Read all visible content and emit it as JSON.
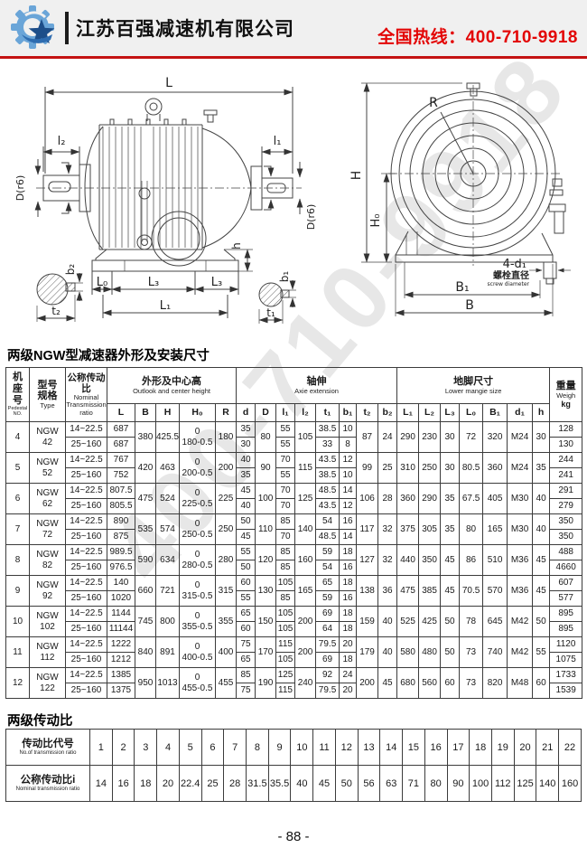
{
  "header": {
    "company_name": "江苏百强减速机有限公司",
    "hotline": "全国热线：400-710-9918",
    "logo_gear_color": "#6aa5d8",
    "logo_star_color": "#1d4e89"
  },
  "watermark": "400-710-9918",
  "drawings": {
    "side_view": {
      "L": "L",
      "l2": "l₂",
      "l1": "l₁",
      "D_left": "D(r6)",
      "D_right": "D(r6)",
      "L0": "L₀",
      "L3_mid": "L₃",
      "L3_right": "L₃",
      "L1_bottom": "L₁",
      "h": "h",
      "b2": "b₂",
      "t2": "t₂",
      "b1": "b₁",
      "t1": "t₁"
    },
    "end_view": {
      "R": "R",
      "H": "H",
      "H0": "H₀",
      "bolt_count": "4-d₁",
      "bolt_cn": "螺栓直径",
      "bolt_en": "screw diameter",
      "B1": "B₁",
      "B": "B"
    }
  },
  "spec_table": {
    "title": "两级NGW型减速器外形及安装尺寸",
    "header": {
      "seat_cn": "机座号",
      "seat_en": "Pedestal NO.",
      "type_cn": "型号规格",
      "type_en": "Type",
      "ratio_cn": "公称传动比",
      "ratio_en": "Nominal Transmission ratio",
      "outline_cn": "外形及中心高",
      "outline_en": "Outlook and center height",
      "axle_cn": "轴伸",
      "axle_en": "Axie extension",
      "foot_cn": "地脚尺寸",
      "foot_en": "Lower mangie size",
      "weight_cn": "重量",
      "weight_en": "Weigh",
      "weight_unit": "kg",
      "outline_cols": [
        "L",
        "B",
        "H",
        "H₀",
        "R"
      ],
      "axle_cols": [
        "d",
        "D",
        "l₁",
        "l₂",
        "t₁",
        "b₁",
        "t₂",
        "b₂"
      ],
      "foot_cols": [
        "L₁",
        "L₂",
        "L₃",
        "L₀",
        "B₁",
        "d₁",
        "h"
      ]
    },
    "rows": [
      {
        "no": "4",
        "model": [
          "NGW",
          "42"
        ],
        "ratios": [
          "14~22.5",
          "25~160"
        ],
        "L": [
          "687",
          "687"
        ],
        "B": "380",
        "H": "425.5",
        "H0": [
          "0",
          "180-0.5"
        ],
        "R": "180",
        "d": [
          "35",
          "30"
        ],
        "D": "80",
        "l1": [
          "55",
          "55"
        ],
        "l2": "105",
        "t1": [
          "38.5",
          "33"
        ],
        "b1": [
          "10",
          "8"
        ],
        "t2": "87",
        "b2": "24",
        "foot": [
          "290",
          "230",
          "30",
          "72",
          "320",
          "M24",
          "30"
        ],
        "w": [
          "128",
          "130"
        ]
      },
      {
        "no": "5",
        "model": [
          "NGW",
          "52"
        ],
        "ratios": [
          "14~22.5",
          "25~160"
        ],
        "L": [
          "767",
          "752"
        ],
        "B": "420",
        "H": "463",
        "H0": [
          "0",
          "200-0.5"
        ],
        "R": "200",
        "d": [
          "40",
          "35"
        ],
        "D": "90",
        "l1": [
          "70",
          "55"
        ],
        "l2": "115",
        "t1": [
          "43.5",
          "38.5"
        ],
        "b1": [
          "12",
          "10"
        ],
        "t2": "99",
        "b2": "25",
        "foot": [
          "310",
          "250",
          "30",
          "80.5",
          "360",
          "M24",
          "35"
        ],
        "w": [
          "244",
          "241"
        ]
      },
      {
        "no": "6",
        "model": [
          "NGW",
          "62"
        ],
        "ratios": [
          "14~22.5",
          "25~160"
        ],
        "L": [
          "807.5",
          "805.5"
        ],
        "B": "475",
        "H": "524",
        "H0": [
          "0",
          "225-0.5"
        ],
        "R": "225",
        "d": [
          "45",
          "40"
        ],
        "D": "100",
        "l1": [
          "70",
          "70"
        ],
        "l2": "125",
        "t1": [
          "48.5",
          "43.5"
        ],
        "b1": [
          "14",
          "12"
        ],
        "t2": "106",
        "b2": "28",
        "foot": [
          "360",
          "290",
          "35",
          "67.5",
          "405",
          "M30",
          "40"
        ],
        "w": [
          "291",
          "279"
        ]
      },
      {
        "no": "7",
        "model": [
          "NGW",
          "72"
        ],
        "ratios": [
          "14~22.5",
          "25~160"
        ],
        "L": [
          "890",
          "875"
        ],
        "B": "535",
        "H": "574",
        "H0": [
          "0",
          "250-0.5"
        ],
        "R": "250",
        "d": [
          "50",
          "45"
        ],
        "D": "110",
        "l1": [
          "85",
          "70"
        ],
        "l2": "140",
        "t1": [
          "54",
          "48.5"
        ],
        "b1": [
          "16",
          "14"
        ],
        "t2": "117",
        "b2": "32",
        "foot": [
          "375",
          "305",
          "35",
          "80",
          "165",
          "M30",
          "40"
        ],
        "w": [
          "350",
          "350"
        ]
      },
      {
        "no": "8",
        "model": [
          "NGW",
          "82"
        ],
        "ratios": [
          "14~22.5",
          "25~160"
        ],
        "L": [
          "989.5",
          "976.5"
        ],
        "B": "590",
        "H": "634",
        "H0": [
          "0",
          "280-0.5"
        ],
        "R": "280",
        "d": [
          "55",
          "50"
        ],
        "D": "120",
        "l1": [
          "85",
          "85"
        ],
        "l2": "160",
        "t1": [
          "59",
          "54"
        ],
        "b1": [
          "18",
          "16"
        ],
        "t2": "127",
        "b2": "32",
        "foot": [
          "440",
          "350",
          "45",
          "86",
          "510",
          "M36",
          "45"
        ],
        "w": [
          "488",
          "4660"
        ]
      },
      {
        "no": "9",
        "model": [
          "NGW",
          "92"
        ],
        "ratios": [
          "14~22.5",
          "25~160"
        ],
        "L": [
          "140",
          "1020"
        ],
        "B": "660",
        "H": "721",
        "H0": [
          "0",
          "315-0.5"
        ],
        "R": "315",
        "d": [
          "60",
          "55"
        ],
        "D": "130",
        "l1": [
          "105",
          "85"
        ],
        "l2": "165",
        "t1": [
          "65",
          "59"
        ],
        "b1": [
          "18",
          "16"
        ],
        "t2": "138",
        "b2": "36",
        "foot": [
          "475",
          "385",
          "45",
          "70.5",
          "570",
          "M36",
          "45"
        ],
        "w": [
          "607",
          "577"
        ]
      },
      {
        "no": "10",
        "model": [
          "NGW",
          "102"
        ],
        "ratios": [
          "14~22.5",
          "25~160"
        ],
        "L": [
          "1144",
          "11144"
        ],
        "B": "745",
        "H": "800",
        "H0": [
          "0",
          "355-0.5"
        ],
        "R": "355",
        "d": [
          "65",
          "60"
        ],
        "D": "150",
        "l1": [
          "105",
          "105"
        ],
        "l2": "200",
        "t1": [
          "69",
          "64"
        ],
        "b1": [
          "18",
          "18"
        ],
        "t2": "159",
        "b2": "40",
        "foot": [
          "525",
          "425",
          "50",
          "78",
          "645",
          "M42",
          "50"
        ],
        "w": [
          "895",
          "895"
        ]
      },
      {
        "no": "11",
        "model": [
          "NGW",
          "112"
        ],
        "ratios": [
          "14~22.5",
          "25~160"
        ],
        "L": [
          "1222",
          "1212"
        ],
        "B": "840",
        "H": "891",
        "H0": [
          "0",
          "400-0.5"
        ],
        "R": "400",
        "d": [
          "75",
          "65"
        ],
        "D": "170",
        "l1": [
          "115",
          "105"
        ],
        "l2": "200",
        "t1": [
          "79.5",
          "69"
        ],
        "b1": [
          "20",
          "18"
        ],
        "t2": "179",
        "b2": "40",
        "foot": [
          "580",
          "480",
          "50",
          "73",
          "740",
          "M42",
          "55"
        ],
        "w": [
          "1120",
          "1075"
        ]
      },
      {
        "no": "12",
        "model": [
          "NGW",
          "122"
        ],
        "ratios": [
          "14~22.5",
          "25~160"
        ],
        "L": [
          "1385",
          "1375"
        ],
        "B": "950",
        "H": "1013",
        "H0": [
          "0",
          "455-0.5"
        ],
        "R": "455",
        "d": [
          "85",
          "75"
        ],
        "D": "190",
        "l1": [
          "125",
          "115"
        ],
        "l2": "240",
        "t1": [
          "92",
          "79.5"
        ],
        "b1": [
          "24",
          "20"
        ],
        "t2": "200",
        "b2": "45",
        "foot": [
          "680",
          "560",
          "60",
          "73",
          "820",
          "M48",
          "60"
        ],
        "w": [
          "1733",
          "1539"
        ]
      }
    ]
  },
  "ratio_table": {
    "title": "两级传动比",
    "codes_label_cn": "传动比代号",
    "codes_label_en": "No.of transmission ratio",
    "values_label_cn": "公称传动比i",
    "values_label_en": "Nominal transmission ratio",
    "codes": [
      "1",
      "2",
      "3",
      "4",
      "5",
      "6",
      "7",
      "8",
      "9",
      "10",
      "11",
      "12",
      "13",
      "14",
      "15",
      "16",
      "17",
      "18",
      "19",
      "20",
      "21",
      "22"
    ],
    "values": [
      "14",
      "16",
      "18",
      "20",
      "22.4",
      "25",
      "28",
      "31.5",
      "35.5",
      "40",
      "45",
      "50",
      "56",
      "63",
      "71",
      "80",
      "90",
      "100",
      "112",
      "125",
      "140",
      "160"
    ]
  },
  "footer": {
    "page_number": "- 88 -"
  }
}
